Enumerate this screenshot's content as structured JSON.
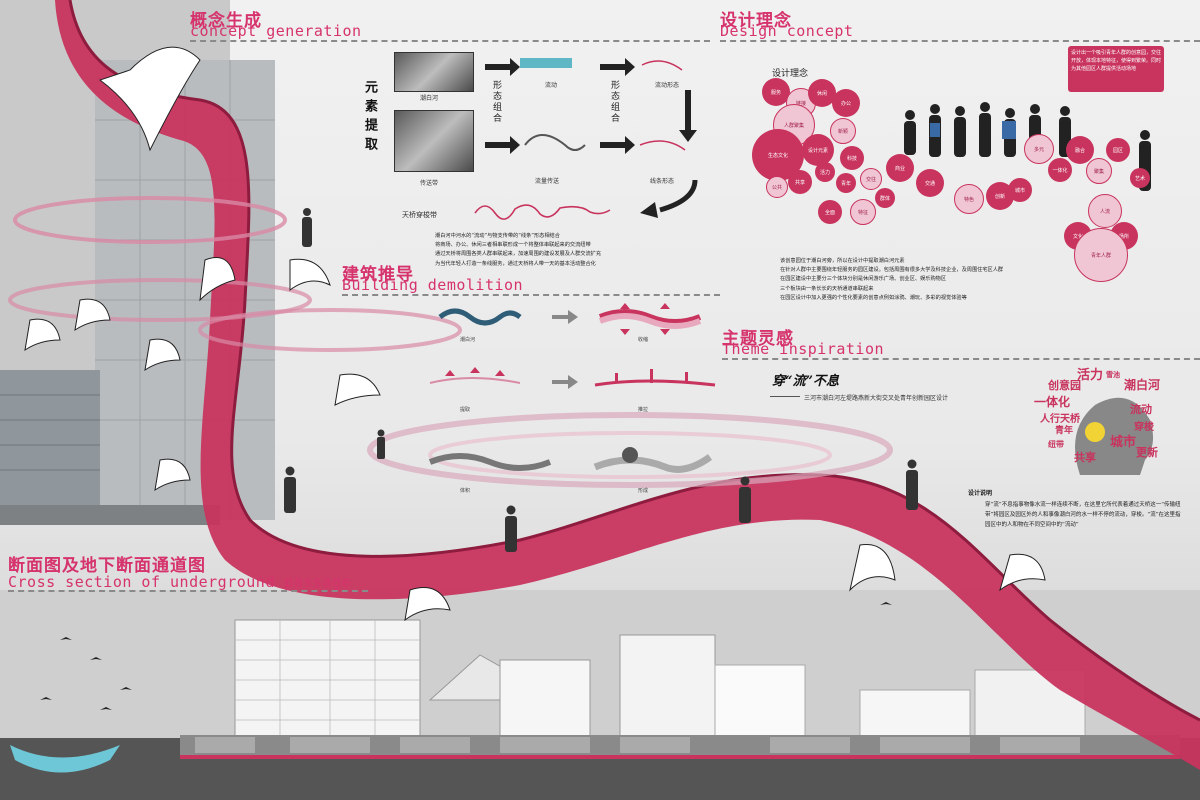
{
  "sections": {
    "concept": {
      "cn": "概念生成",
      "en": "concept generation"
    },
    "design": {
      "cn": "设计理念",
      "en": "Design concept"
    },
    "building": {
      "cn": "建筑推导",
      "en": "Building demolition"
    },
    "theme": {
      "cn": "主题灵感",
      "en": "Theme inspiration"
    },
    "section": {
      "cn": "断面图及地下断面通道图",
      "en": "Cross section of underground passage"
    }
  },
  "concept_generation": {
    "element_extract": "元素提取",
    "form_combine": "形态组合",
    "labels": {
      "river": "潮白河",
      "flow": "流动",
      "flow_form": "流动形态",
      "conveyor": "传送带",
      "flow_transfer": "流量传送",
      "line_form": "线条形态",
      "bridge": "天桥穿梭带"
    },
    "bullets": [
      "潮白河中河水的“流动”与物支传带的“线条”形态相结合",
      "将商场、办公、休闲三者相串联形成一个将整体串联起来的交流纽带",
      "通过天桥将周围各类人群串联起来，加速周围的建设发展及人群交流扩充",
      "为当代年轻人打造一条线服务，通过天桥将人带一天的基本活动整合化"
    ]
  },
  "design_concept": {
    "title": "设计理念",
    "speech": "设计出一个吸引青年人群的创意园，交往开放，体现本地特征，使得到繁荣。同时为其他园区人群提供活动场地",
    "bubbles": [
      "服务",
      "链接",
      "休闲",
      "办公",
      "人群聚集",
      "生态文化",
      "设计元素",
      "新颖",
      "科技",
      "共享",
      "公共",
      "活力",
      "青年",
      "交往",
      "商业",
      "交通",
      "特色",
      "创新",
      "城市",
      "多元",
      "一体化",
      "融合",
      "聚集",
      "园区",
      "艺术",
      "人流",
      "场所",
      "全面",
      "特征",
      "群体",
      "文化",
      "青年人群"
    ],
    "bullets": [
      "该创意园位于潮白河旁，所以在设计中提取潮白河元素",
      "在针对人群中主要围绕年轻服务的园区建设。包括周围有很多大学及科技企业，及周围住宅区人群",
      "在园区建设中主要分三个体块分别是休闲游乐广场、创业区、娱乐购物区",
      "三个板块由一条长长的天桥通道串联起来",
      "在园区设计中加入更强的个性化要素的创意点例如涂鸦、潮玩、多彩的视觉体验等"
    ]
  },
  "building_demolition": {
    "steps": [
      "潮白河",
      "收缩",
      "提取",
      "推拉",
      "体积",
      "形成"
    ]
  },
  "theme_inspiration": {
    "calligraphy": "穿“流”不息",
    "subtitle": "三河市潮白河左堤路燕新大街交叉处青年创新园区设计",
    "words": [
      "活力",
      "雪池",
      "潮白河",
      "创意园",
      "一体化",
      "流动",
      "人行天桥",
      "穿梭",
      "青年",
      "城市",
      "共享",
      "纽带",
      "更新"
    ],
    "explain_title": "设计说明",
    "explain_text": "穿“流”不息指事物像水流一样连续不断，在这里它所代表着通过天桥这一“传输纽带”将园区及园区外的人和事像潮白河的水一样不停的流动，穿梭。“流”在这里指园区中的人和物在不同空间中的“流动”"
  },
  "colors": {
    "accent": "#d6336c",
    "ribbon": "#c8345e",
    "ribbon_dark": "#8e1c3f"
  }
}
